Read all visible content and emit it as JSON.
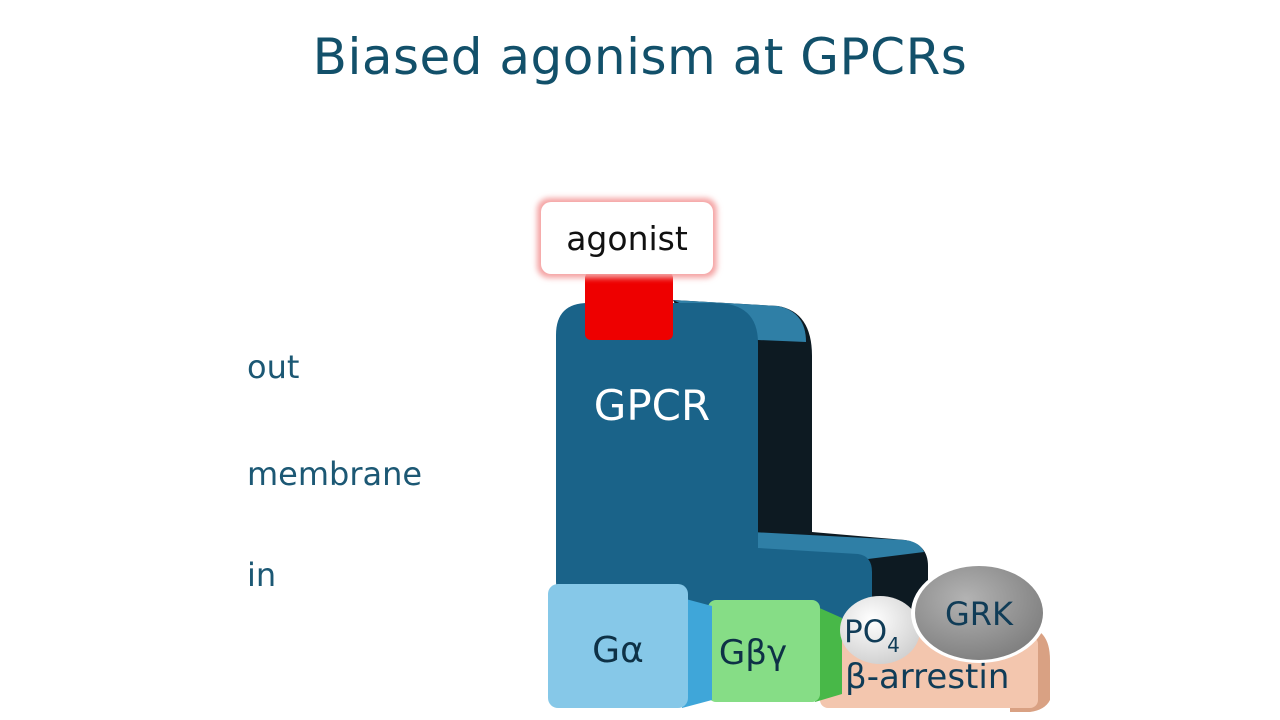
{
  "slide": {
    "title": "Biased agonism at GPCRs"
  },
  "labels": {
    "out": "out",
    "membrane": "membrane",
    "in": "in"
  },
  "diagram": {
    "agonist": "agonist",
    "gpcr": "GPCR",
    "g_alpha": "Gα",
    "g_beta_gamma": "Gβγ",
    "grk": "GRK",
    "phosphate": "PO",
    "phosphate_subscript": "4",
    "beta_arrestin": "β-arrestin"
  },
  "colors": {
    "title": "#12506a",
    "gpcr": "#1a6389",
    "gpcr_shadow": "#0d1a22",
    "agonist_site": "#ee0000",
    "g_alpha": "#86c8e8",
    "g_beta_gamma": "#86dd86",
    "beta_arrestin": "#f3c6ae",
    "grk": "#9a9a9a",
    "membrane": "#e6e6e6"
  }
}
